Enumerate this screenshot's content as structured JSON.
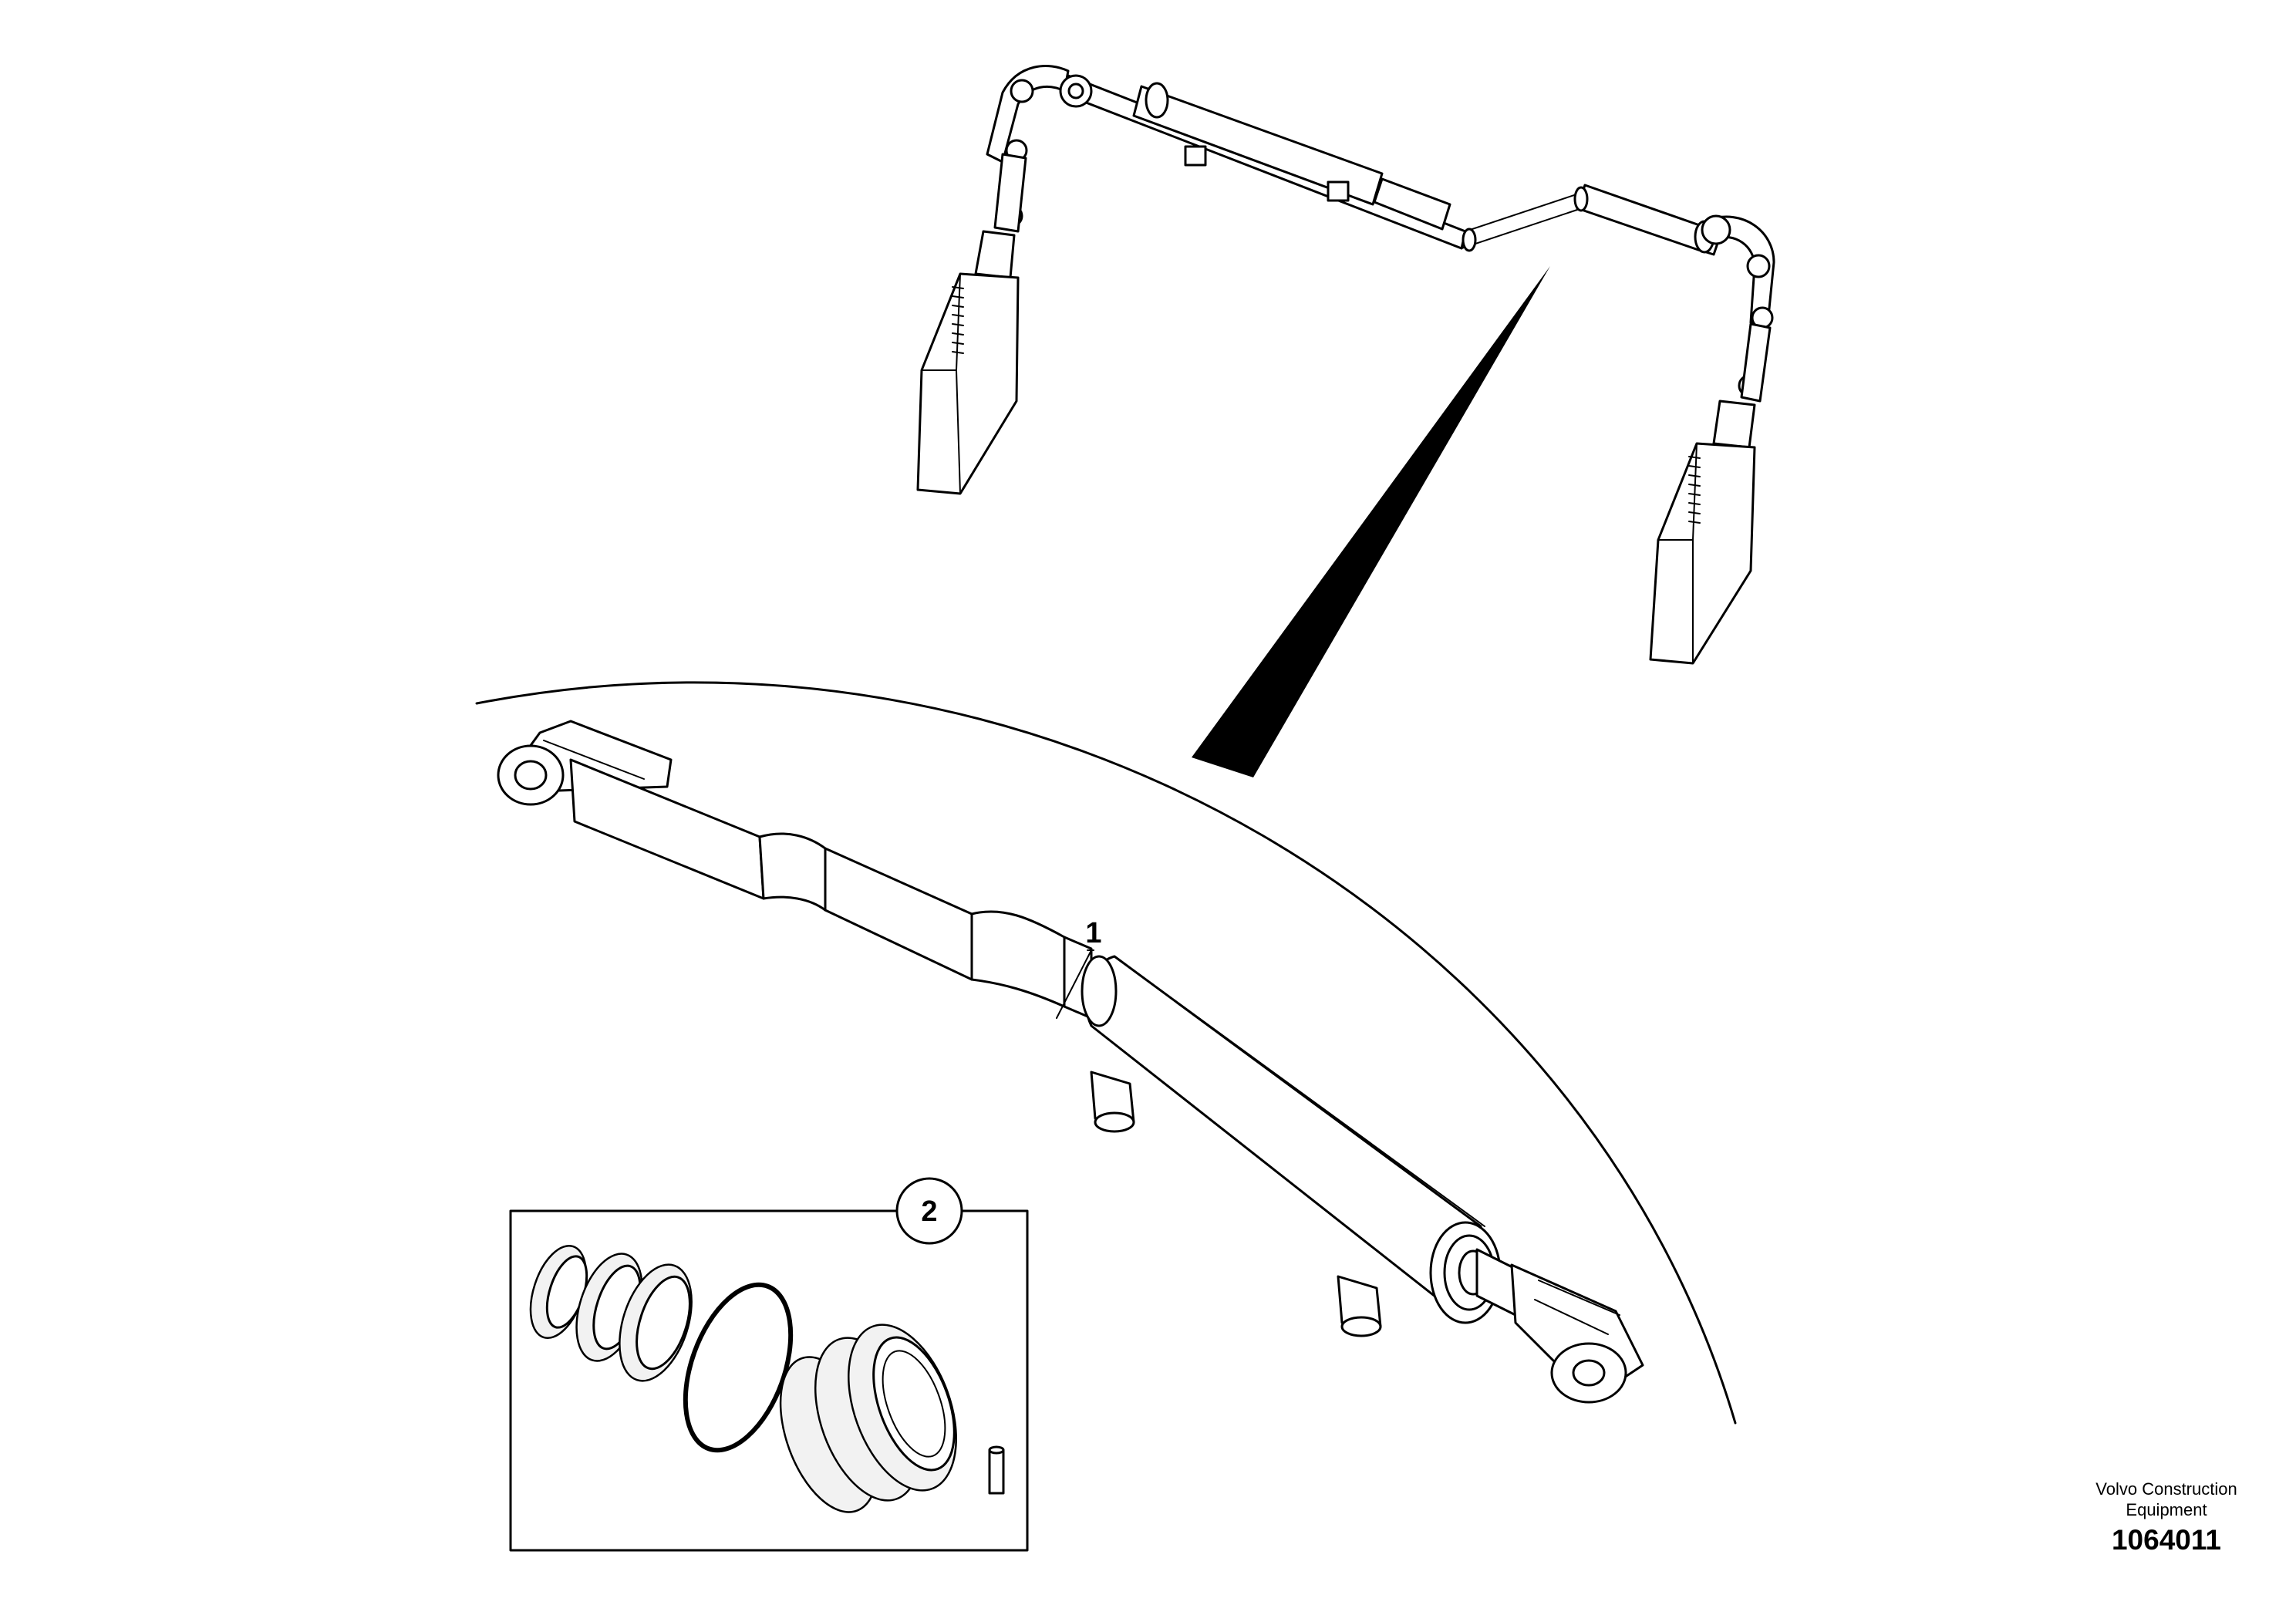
{
  "callouts": [
    {
      "id": "1",
      "label": "1"
    },
    {
      "id": "2",
      "label": "2"
    }
  ],
  "footer": {
    "company": "Volvo Construction Equipment",
    "drawing_number": "1064011"
  },
  "icons": {
    "hydraulic_cylinder": "hydraulic-cylinder-icon",
    "seal_kit": "seal-kit-icon",
    "assembly": "steering-linkage-assembly-icon"
  },
  "colors": {
    "line": "#000000",
    "background": "#ffffff"
  }
}
